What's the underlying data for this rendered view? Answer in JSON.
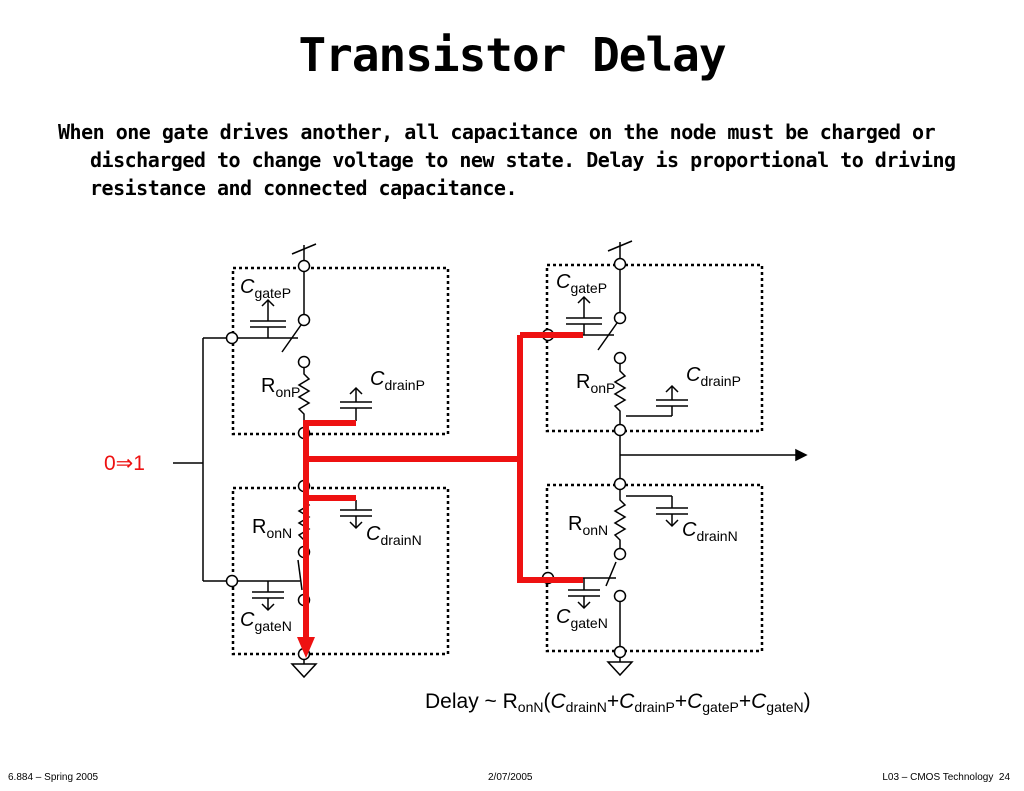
{
  "slide": {
    "title": "Transistor Delay",
    "paragraph": "When one gate drives another, all capacitance on the node must be charged or discharged to change voltage to new state.  Delay is proportional to driving resistance and connected capacitance."
  },
  "diagram": {
    "input_label": "0⇒1",
    "left_gate": {
      "c_gate_p": {
        "main": "C",
        "sub": "gateP"
      },
      "r_on_p": {
        "main": "R",
        "sub": "onP"
      },
      "c_drain_p": {
        "main": "C",
        "sub": "drainP"
      },
      "r_on_n": {
        "main": "R",
        "sub": "onN"
      },
      "c_drain_n": {
        "main": "C",
        "sub": "drainN"
      },
      "c_gate_n": {
        "main": "C",
        "sub": "gateN"
      }
    },
    "right_gate": {
      "c_gate_p": {
        "main": "C",
        "sub": "gateP"
      },
      "r_on_p": {
        "main": "R",
        "sub": "onP"
      },
      "c_drain_p": {
        "main": "C",
        "sub": "drainP"
      },
      "r_on_n": {
        "main": "R",
        "sub": "onN"
      },
      "c_drain_n": {
        "main": "C",
        "sub": "drainN"
      },
      "c_gate_n": {
        "main": "C",
        "sub": "gateN"
      }
    },
    "colors": {
      "discharge_path": "#ee1111",
      "wire": "#000000"
    }
  },
  "formula": {
    "prefix": "Delay ~ ",
    "r_main": "R",
    "r_sub": "onN",
    "open": "(",
    "t1_main": "C",
    "t1_sub": "drainN",
    "plus1": "+",
    "t2_main": "C",
    "t2_sub": "drainP",
    "plus2": "+",
    "t3_main": "C",
    "t3_sub": "gateP",
    "plus3": "+",
    "t4_main": "C",
    "t4_sub": "gateN",
    "close": ")"
  },
  "footer": {
    "left": "6.884 – Spring 2005",
    "center": "2/07/2005",
    "right": "L03 – CMOS Technology  24"
  }
}
